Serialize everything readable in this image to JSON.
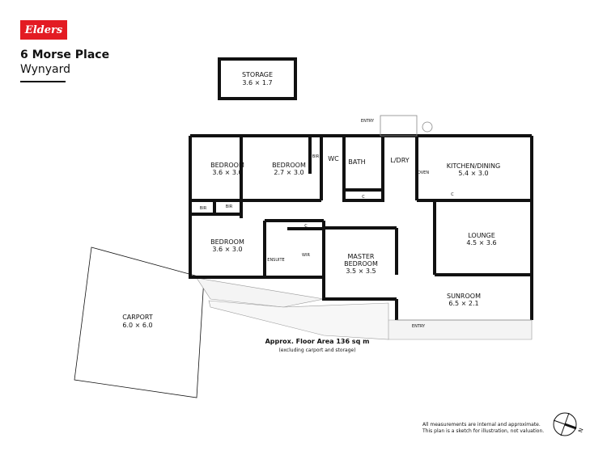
{
  "brand": {
    "logo_text": "Elders",
    "color": "#e31b23"
  },
  "property": {
    "address": "6 Morse Place",
    "suburb": "Wynyard"
  },
  "rooms": {
    "storage": {
      "name": "STORAGE",
      "size": "3.6 × 1.7"
    },
    "bedroom1": {
      "name": "BEDROOM",
      "size": "3.6 × 3.0"
    },
    "bedroom2": {
      "name": "BEDROOM",
      "size": "2.7 × 3.0"
    },
    "bedroom3": {
      "name": "BEDROOM",
      "size": "3.6 × 3.0"
    },
    "master": {
      "name1": "MASTER",
      "name2": "BEDROOM",
      "size": "3.5 × 3.5"
    },
    "kitchen": {
      "name": "KITCHEN/DINING",
      "size": "5.4 × 3.0"
    },
    "lounge": {
      "name": "LOUNGE",
      "size": "4.5 × 3.6"
    },
    "sunroom": {
      "name": "SUNROOM",
      "size": "6.5 × 2.1"
    },
    "carport": {
      "name": "CARPORT",
      "size": "6.0 × 6.0"
    },
    "wc": "WC",
    "bath": "BATH",
    "laundry": "L/DRY",
    "ensuite": "ENSUITE",
    "wir": "WIR",
    "bir": "BIR",
    "cupboard": "C",
    "oven": "OVEN",
    "entry": "ENTRY"
  },
  "floor_area": {
    "title": "Approx. Floor Area 136 sq m",
    "note": "(excluding carport and storage)"
  },
  "disclaimer": {
    "line1": "All measurements are internal and approximate.",
    "line2": "This plan is a sketch for illustration, not valuation."
  },
  "compass": {
    "label": "N"
  }
}
